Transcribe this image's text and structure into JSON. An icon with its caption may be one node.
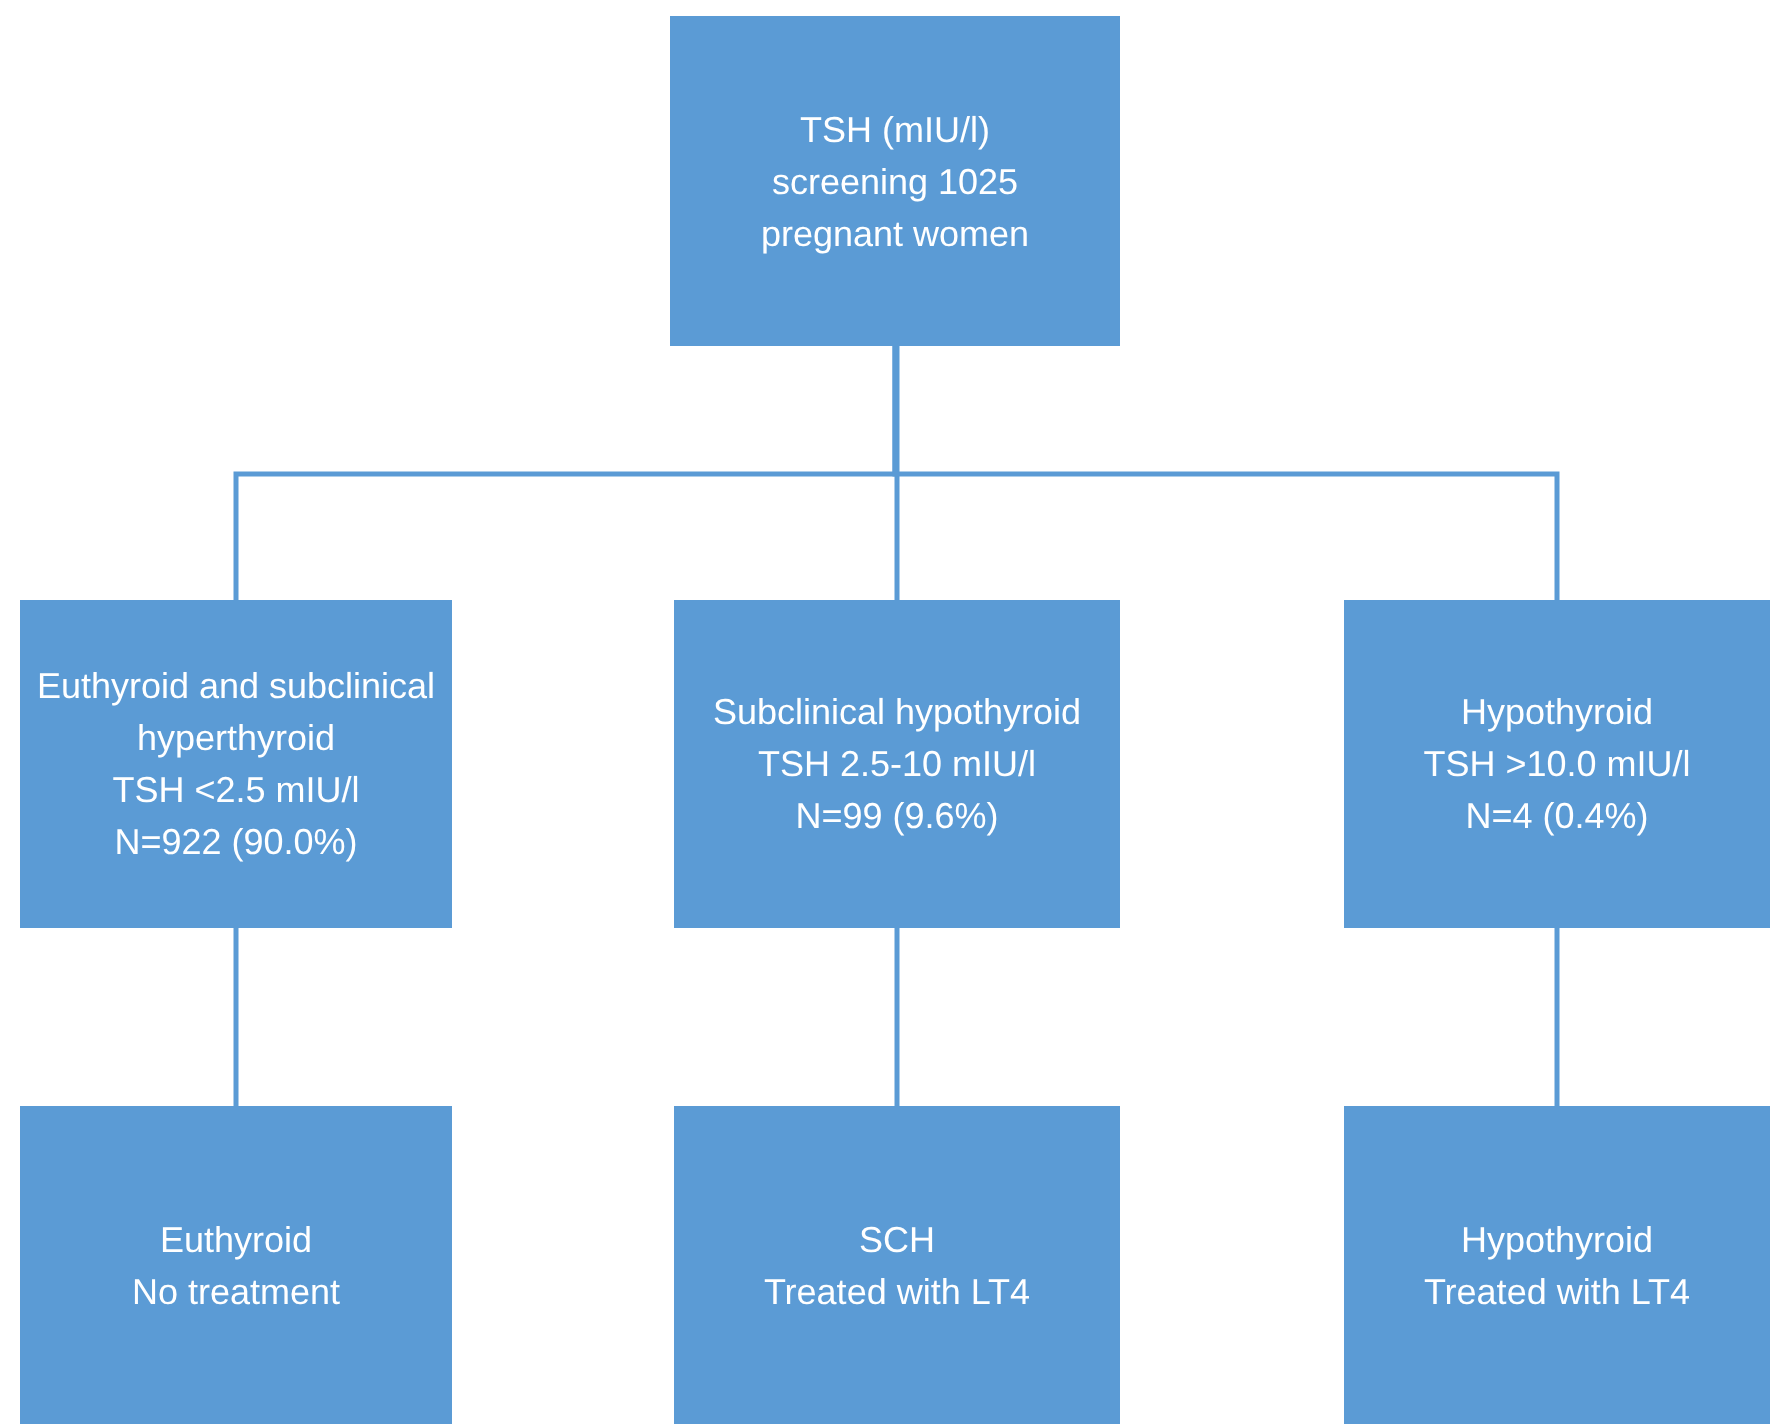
{
  "diagram": {
    "nodes": [
      {
        "text": [
          "TSH (mIU/l) screening 1025 pregnant women"
        ]
      },
      {
        "text": [
          "Euthyroid and subclinical hyperthyroid",
          "TSH <2.5 mIU/l",
          "N=922 (90.0%)"
        ]
      },
      {
        "text": [
          "Subclinical hypothyroid",
          "TSH 2.5-10 mIU/l",
          "N=99 (9.6%)"
        ]
      },
      {
        "text": [
          "Hypothyroid",
          "TSH >10.0 mIU/l",
          "N=4 (0.4%)"
        ]
      },
      {
        "text": [
          "Euthyroid",
          "No treatment"
        ]
      },
      {
        "text": [
          "SCH",
          "Treated with LT4"
        ]
      },
      {
        "text": [
          "Hypothyroid",
          "Treated with LT4"
        ]
      }
    ],
    "edges": [
      {
        "from": 0,
        "to": 1,
        "arrow": "none"
      },
      {
        "from": 0,
        "to": 2,
        "arrow": "none"
      },
      {
        "from": 0,
        "to": 3,
        "arrow": "none"
      },
      {
        "from": 1,
        "to": 4,
        "arrow": "none"
      },
      {
        "from": 2,
        "to": 5,
        "arrow": "none"
      },
      {
        "from": 3,
        "to": 6,
        "arrow": "none"
      }
    ]
  }
}
